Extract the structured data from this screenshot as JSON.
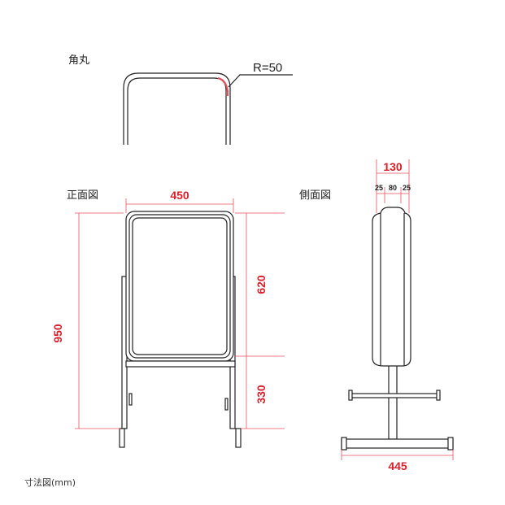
{
  "labels": {
    "corner": "角丸",
    "radius": "R=50",
    "front_view": "正面図",
    "side_view": "側面図",
    "footer": "寸法図(mm)"
  },
  "dimensions": {
    "front_width": "450",
    "total_height": "950",
    "panel_height": "620",
    "base_height": "330",
    "side_depth": "130",
    "side_left": "25",
    "side_mid": "80",
    "side_right": "25",
    "base_width": "445"
  },
  "colors": {
    "dimension": "#d9202c",
    "line": "#222222"
  }
}
